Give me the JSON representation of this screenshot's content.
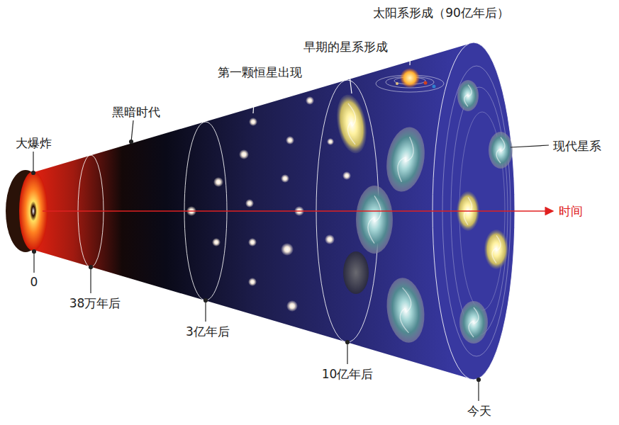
{
  "diagram": {
    "labels": [
      "太阳系形成（90亿年后）",
      "早期的星系形成",
      "第一颗恒星出现",
      "黑暗时代",
      "大爆炸",
      "现代星系",
      "时间",
      "0",
      "38万年后",
      "3亿年后",
      "10亿年后",
      "今天"
    ]
  }
}
